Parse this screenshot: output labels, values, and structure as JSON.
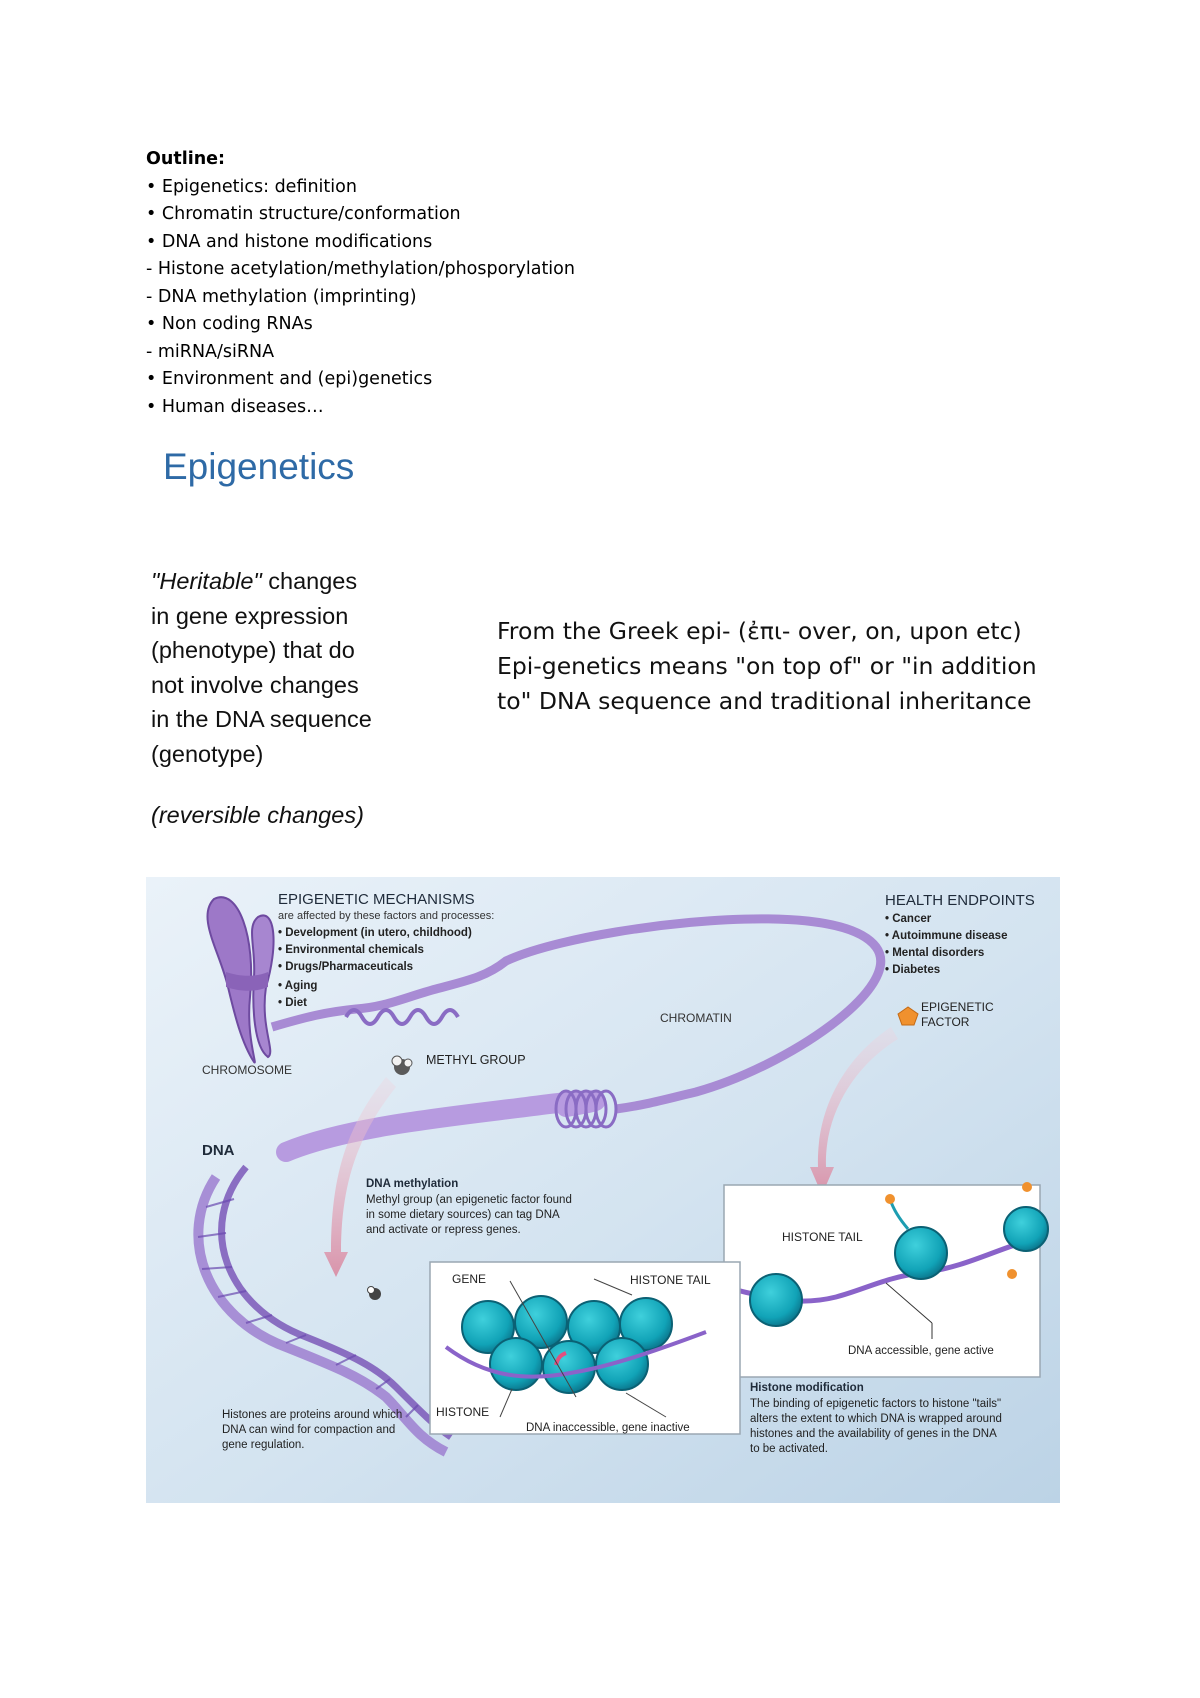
{
  "outline": {
    "heading": "Outline:",
    "items": [
      "• Epigenetics: definition",
      "• Chromatin structure/conformation",
      "• DNA and histone modifications",
      "- Histone acetylation/methylation/phosporylation",
      "- DNA methylation (imprinting)",
      "• Non coding RNAs",
      "- miRNA/siRNA",
      "• Environment and (epi)genetics",
      "• Human diseases…"
    ]
  },
  "title": "Epigenetics",
  "definition": {
    "heritable_word": "\"Heritable\"",
    "lines": [
      " changes",
      "in gene expression",
      "(phenotype) that do",
      "not involve changes",
      "in the DNA sequence",
      "(genotype)"
    ],
    "reversible": "(reversible changes)"
  },
  "greek": {
    "lines": [
      "From the Greek epi- (ἐπι- over, on, upon etc)",
      "Epi-genetics means \"on top of\" or \"in addition",
      "to\" DNA sequence and traditional inheritance"
    ]
  },
  "figure": {
    "mechanisms_title": "EPIGENETIC MECHANISMS",
    "mechanisms_subtitle": "are affected by these factors and processes:",
    "mechanisms_items": [
      "• Development (in utero, childhood)",
      "• Environmental chemicals",
      "• Drugs/Pharmaceuticals",
      "• Aging",
      "• Diet"
    ],
    "health_title": "HEALTH ENDPOINTS",
    "health_items": [
      "• Cancer",
      "• Autoimmune disease",
      "• Mental disorders",
      "• Diabetes"
    ],
    "chromosome_label": "CHROMOSOME",
    "chromatin_label": "CHROMATIN",
    "methyl_label": "METHYL GROUP",
    "epigenetic_factor_lines": [
      "EPIGENETIC",
      "FACTOR"
    ],
    "dna_label": "DNA",
    "dna_methylation_title": "DNA methylation",
    "dna_methylation_lines": [
      "Methyl group (an epigenetic factor found",
      "in some dietary sources) can tag DNA",
      "and activate or repress genes."
    ],
    "gene_label": "GENE",
    "histone_tail_left": "HISTONE TAIL",
    "histone_tail_right": "HISTONE TAIL",
    "histone_label": "HISTONE",
    "inaccessible_label": "DNA inaccessible, gene inactive",
    "accessible_label": "DNA accessible, gene active",
    "histones_note_lines": [
      "Histones are proteins around which",
      "DNA can wind for compaction and",
      "gene regulation."
    ],
    "histone_mod_title": "Histone modification",
    "histone_mod_lines": [
      "The binding of epigenetic factors to histone \"tails\"",
      "alters the extent to which DNA is wrapped around",
      "histones and the availability of genes in the DNA",
      "to be activated."
    ]
  }
}
